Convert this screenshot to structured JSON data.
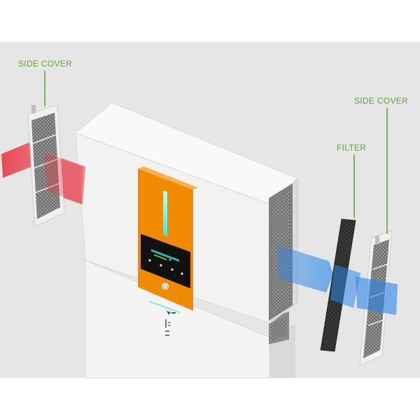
{
  "labels": {
    "side_cover_left": "SIDE COVER",
    "filter": "FILTER",
    "side_cover_right": "SIDE COVER"
  },
  "colors": {
    "label_green": "#5aa832",
    "background_grey": "#e6e6e6",
    "panel_orange": "#f08a00",
    "airflow_in_red": "#e8303c",
    "airflow_out_blue": "#2a86e8",
    "indicator_cyan": "#3fe6e0",
    "filter_dark": "#2a2a2a"
  },
  "icons": [
    "power-button-icon",
    "brand-logo-icon"
  ]
}
